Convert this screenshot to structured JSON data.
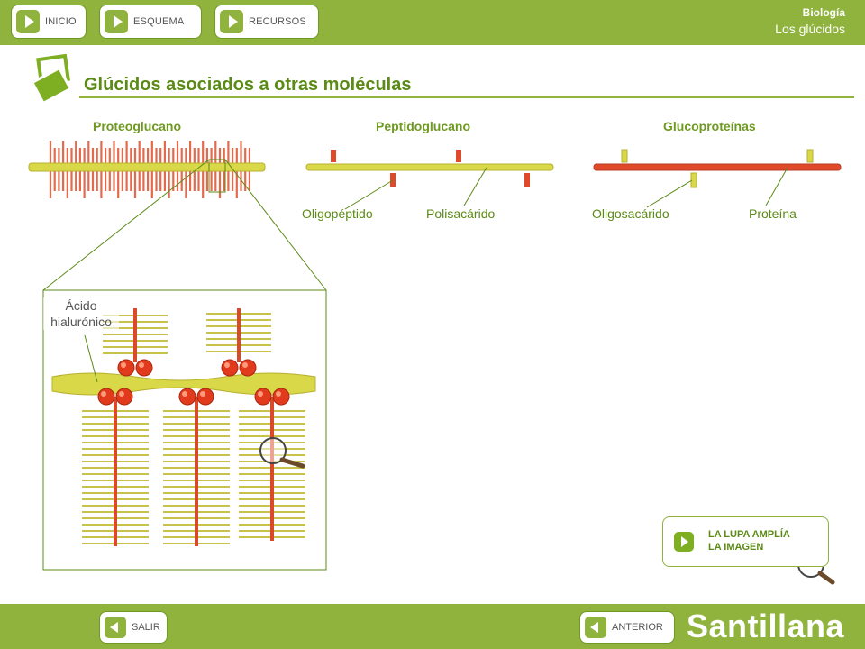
{
  "nav": {
    "inicio": "INICIO",
    "esquema": "ESQUEMA",
    "recursos": "RECURSOS"
  },
  "subject": {
    "name": "Biología",
    "topic": "Los glúcidos"
  },
  "title": "Glúcidos asociados a otras moléculas",
  "columns": {
    "proteoglucano": "Proteoglucano",
    "peptidoglucano": "Peptidoglucano",
    "glucoproteinas": "Glucoproteínas"
  },
  "labels": {
    "oligopeptido": "Oligopéptido",
    "polisacarido": "Polisacárido",
    "oligosacarido": "Oligosacárido",
    "proteina": "Proteína",
    "acido": "Ácido hialurónico"
  },
  "info": {
    "line1": "LA LUPA AMPLÍA",
    "line2": "LA IMAGEN"
  },
  "footer": {
    "salir": "SALIR",
    "anterior": "ANTERIOR",
    "brand": "Santillana"
  },
  "colors": {
    "green": "#8fb33c",
    "dark_green": "#5b8a16",
    "red": "#e04a2a",
    "yellow": "#d8d848"
  }
}
